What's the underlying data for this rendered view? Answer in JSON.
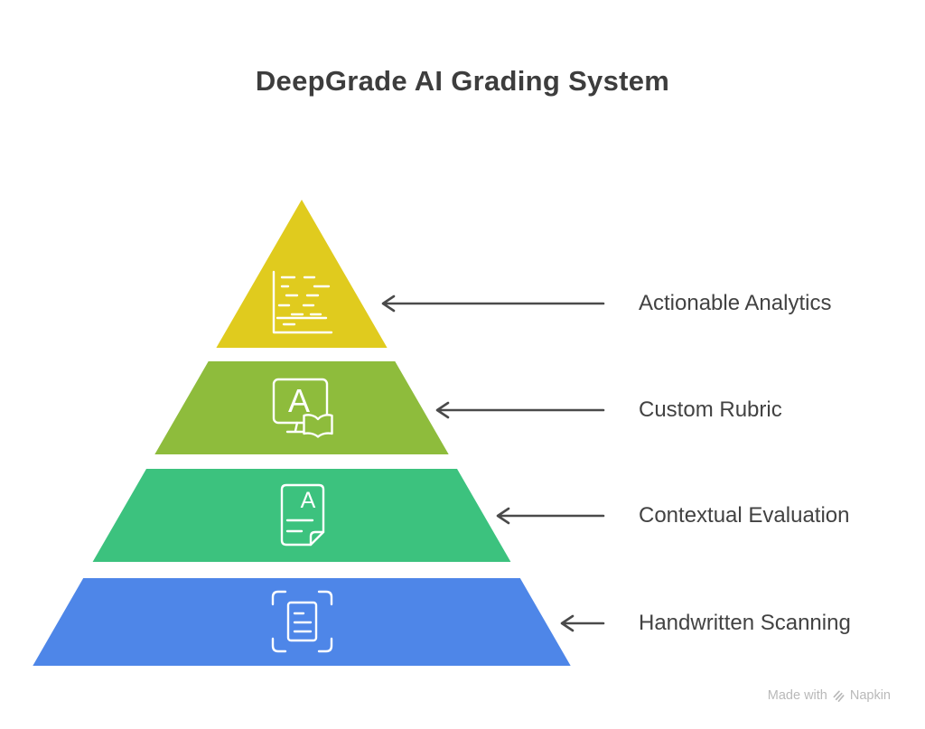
{
  "title": "DeepGrade AI Grading System",
  "pyramid": {
    "levels": [
      {
        "id": "actionable-analytics",
        "label": "Actionable Analytics",
        "color": "#e0cb1e",
        "icon": "analytics-chart"
      },
      {
        "id": "custom-rubric",
        "label": "Custom Rubric",
        "color": "#8ebc3c",
        "icon": "monitor-with-book"
      },
      {
        "id": "contextual-evaluation",
        "label": "Contextual Evaluation",
        "color": "#3cc27e",
        "icon": "graded-document"
      },
      {
        "id": "handwritten-scanning",
        "label": "Handwritten Scanning",
        "color": "#4e86e8",
        "icon": "document-scan"
      }
    ]
  },
  "icon_letters": {
    "rubric": "A",
    "evaluation": "A"
  },
  "colors": {
    "background": "#ffffff",
    "title": "#3d3d3d",
    "label": "#424242",
    "arrow": "#4a4a4a",
    "icon_stroke": "#ffffff",
    "watermark": "#b9b9b9"
  },
  "watermark": {
    "prefix": "Made with",
    "brand": "Napkin"
  }
}
